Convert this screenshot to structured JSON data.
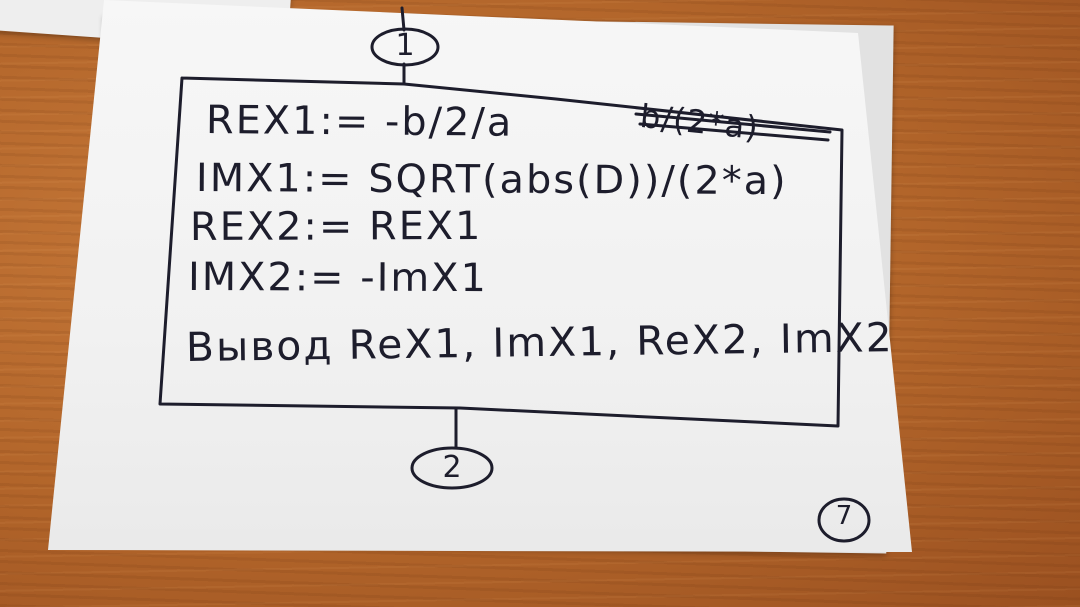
{
  "flowchart": {
    "connector_top": "1",
    "connector_bottom": "2",
    "page_number": "7",
    "statements": [
      "REX1:= -b/2/a",
      "IMX1:= SQRT(abs(D))/(2*a)",
      "REX2:= REX1",
      "IMX2:= -ImX1",
      "Вывод ReX1, ImX1, ReX2, ImX2"
    ],
    "crossed_out": "b/(2*a)"
  }
}
